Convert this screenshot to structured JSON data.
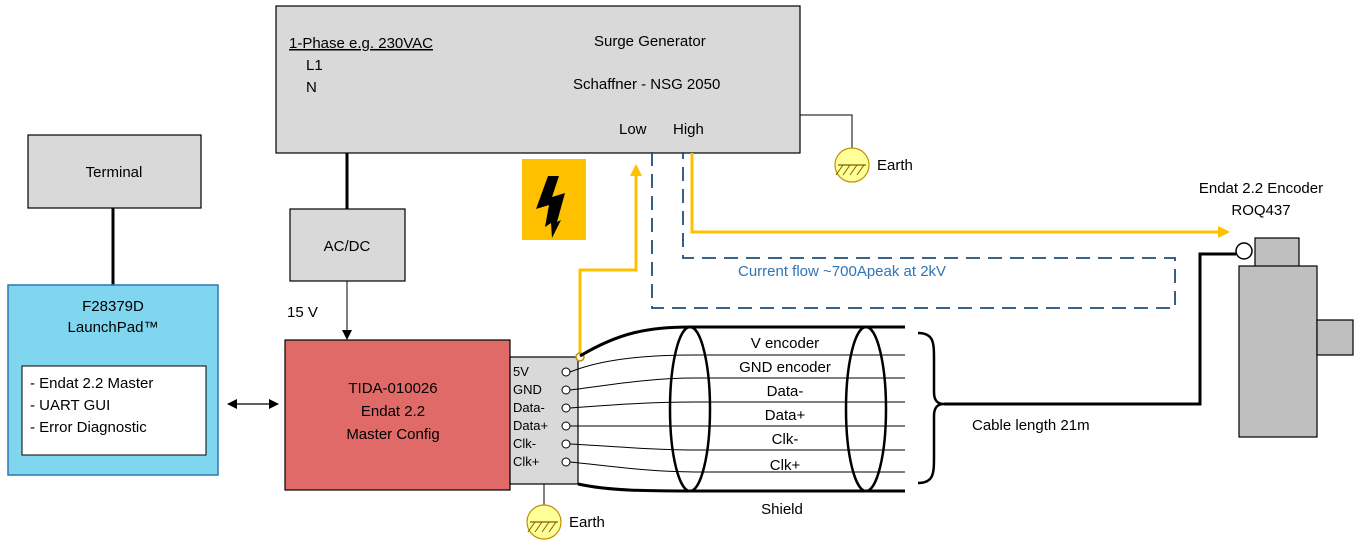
{
  "surge_generator": {
    "supply": "1-Phase e.g. 230VAC",
    "l1": "L1",
    "n": "N",
    "title": "Surge Generator",
    "model": "Schaffner - NSG 2050",
    "low": "Low",
    "high": "High"
  },
  "earth_top": "Earth",
  "earth_bottom": "Earth",
  "terminal": "Terminal",
  "acdc": "AC/DC",
  "voltage": "15 V",
  "launchpad": {
    "title_line1": "F28379D",
    "title_line2": "LaunchPad™",
    "features": [
      "- Endat 2.2 Master",
      "- UART GUI",
      "- Error Diagnostic"
    ]
  },
  "tida": {
    "line1": "TIDA-010026",
    "line2": "Endat 2.2",
    "line3": "Master Config"
  },
  "connector_pins": [
    "5V",
    "GND",
    "Data-",
    "Data+",
    "Clk-",
    "Clk+"
  ],
  "cable": {
    "wires": [
      "V encoder",
      "GND encoder",
      "Data-",
      "Data+",
      "Clk-",
      "Clk+"
    ],
    "shield": "Shield",
    "length": "Cable length 21m"
  },
  "current_flow": "Current flow ~700Apeak at 2kV",
  "encoder": {
    "title_line1": "Endat 2.2 Encoder",
    "title_line2": "ROQ437"
  },
  "colors": {
    "box_gray": "#D9D9D9",
    "launchpad_blue": "#7FD6EE",
    "tida_red": "#DF6A68",
    "surge_yellow": "#FFC000",
    "dashed_blue": "#1F4E79",
    "flow_text": "#2E75B6",
    "earth_fill": "#FFFF99",
    "earth_stroke": "#BF9000"
  },
  "icons": [
    "high-voltage-icon",
    "earth-ground-icon"
  ]
}
